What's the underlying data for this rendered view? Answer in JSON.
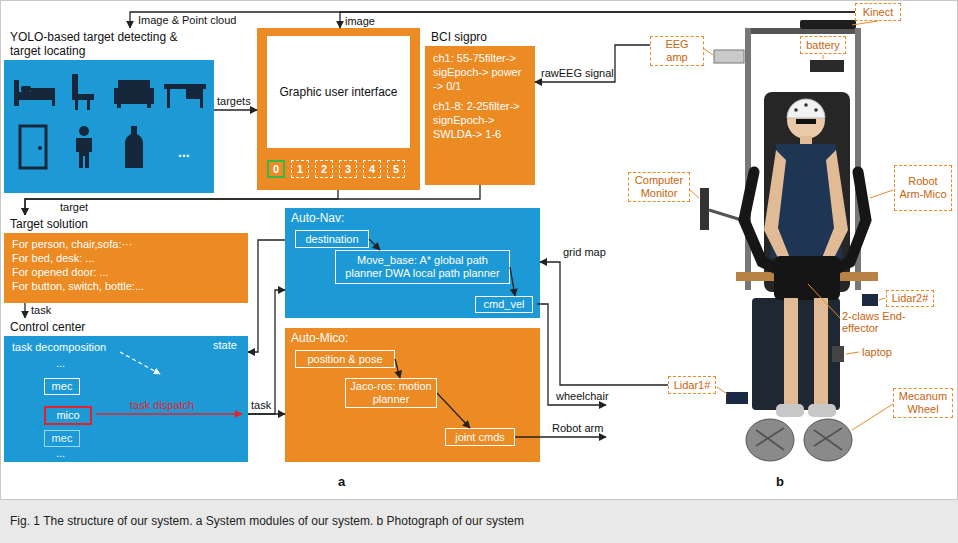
{
  "diagram": {
    "caption": "Fig. 1 The structure of our system. a System modules of our system. b Photograph of our system",
    "nodes": [
      {
        "text": [
          "YOLO-based target detecting & target locating"
        ]
      },
      {
        "text": [
          "Graphic user interface"
        ]
      },
      {
        "text": [
          "0"
        ],
        "in": 1
      },
      {
        "text": [
          "1"
        ],
        "in": 1
      },
      {
        "text": [
          "2"
        ],
        "in": 1
      },
      {
        "text": [
          "3"
        ],
        "in": 1
      },
      {
        "text": [
          "4"
        ],
        "in": 1
      },
      {
        "text": [
          "5"
        ],
        "in": 1
      },
      {
        "text": [
          "BCI sigpro",
          "ch1: 55-75filter-> sigEpoch-> power -> 0/1",
          "ch1-8: 2-25filter-> signEpoch-> SWLDA-> 1-6"
        ]
      },
      {
        "text": [
          "Target solution",
          "For person, chair,sofa:···",
          "For bed, desk: ...",
          "For opened door: ...",
          "For button, switch, bottle:..."
        ]
      },
      {
        "text": [
          "Control center",
          "task decomposition"
        ]
      },
      {
        "text": [
          "mec"
        ],
        "in": 10
      },
      {
        "text": [
          "mico"
        ],
        "in": 10
      },
      {
        "text": [
          "mec"
        ],
        "in": 10
      },
      {
        "text": [
          "Auto-Nav:"
        ]
      },
      {
        "text": [
          "destination"
        ],
        "in": 14
      },
      {
        "text": [
          "Move_base: A* global path planner DWA local path planner"
        ],
        "in": 14
      },
      {
        "text": [
          "cmd_vel"
        ],
        "in": 14
      },
      {
        "text": [
          "Auto-Mico:"
        ]
      },
      {
        "text": [
          "position & pose"
        ],
        "in": 18
      },
      {
        "text": [
          "Jaco-ros: motion planner"
        ],
        "in": 18
      },
      {
        "text": [
          "joint cmds"
        ],
        "in": 18
      },
      {
        "text": [
          "Kinect"
        ]
      },
      {
        "text": [
          "EEG amp"
        ]
      },
      {
        "text": [
          "battery"
        ]
      },
      {
        "text": [
          "Computer Monitor"
        ]
      },
      {
        "text": [
          "Robot Arm-Mico"
        ]
      },
      {
        "text": [
          "Lidar2#"
        ]
      },
      {
        "text": [
          "Lidar1#"
        ]
      },
      {
        "text": [
          "Mecanum Wheel"
        ]
      }
    ],
    "edges": [
      {
        "from": 22,
        "to": 0,
        "label": "Image & Point cloud",
        "arrow": "to"
      },
      {
        "from": 22,
        "to": 1,
        "label": "image",
        "arrow": "to"
      },
      {
        "from": 0,
        "to": 1,
        "label": "targets",
        "arrow": "to"
      },
      {
        "from": 23,
        "to": 8,
        "label": "rawEEG signal",
        "arrow": "to"
      },
      {
        "from": 1,
        "to": 9,
        "label": "target",
        "arrow": "to"
      },
      {
        "from": 8,
        "to": 9,
        "arrow": "to"
      },
      {
        "from": 9,
        "to": 10,
        "label": "task",
        "arrow": "to"
      },
      {
        "from": 10,
        "to": 18,
        "label": "task",
        "arrow": "to"
      },
      {
        "from": 10,
        "to": 14,
        "arrow": "to"
      },
      {
        "from": 14,
        "to": 10,
        "label": "state",
        "arrow": "to"
      },
      {
        "from": 15,
        "to": 16,
        "arrow": "to"
      },
      {
        "from": 16,
        "to": 17,
        "arrow": "to"
      },
      {
        "from": 19,
        "to": 20,
        "arrow": "to"
      },
      {
        "from": 20,
        "to": 21,
        "arrow": "to"
      },
      {
        "from": 28,
        "to": 14,
        "label": "grid map",
        "arrow": "to"
      }
    ],
    "labels": [
      "...",
      "...",
      "task dispatch",
      "...",
      "wheelchair",
      "Robot arm",
      "2-claws End-effector",
      "laptop",
      "a",
      "b"
    ]
  }
}
